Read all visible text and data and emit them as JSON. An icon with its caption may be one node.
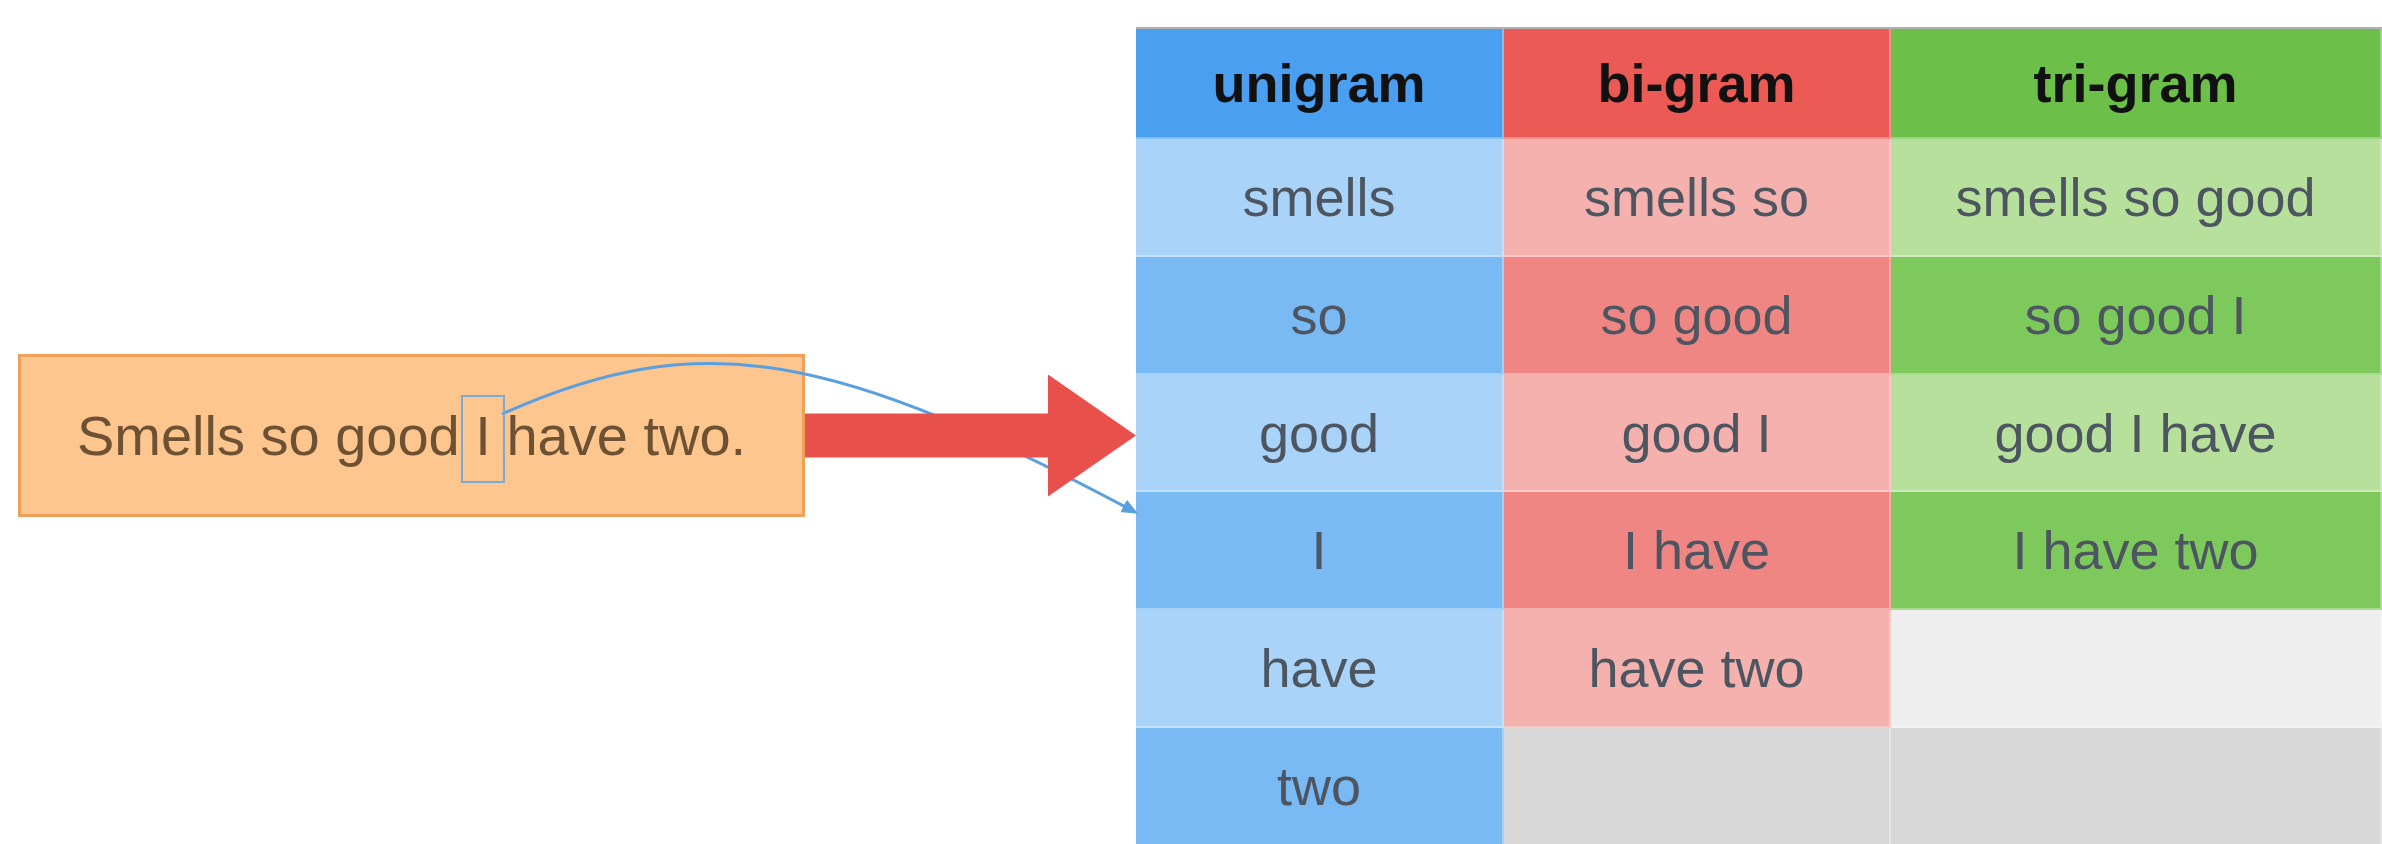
{
  "diagram": {
    "nodes": [
      {
        "text": [
          "Smells so good I have two."
        ]
      },
      {
        "text": [],
        "shape": "box",
        "in": 0
      },
      {
        "text": [],
        "shape": "box"
      },
      {
        "text": [
          "unigram"
        ],
        "in": 2
      },
      {
        "text": [
          "bi-gram"
        ],
        "in": 2
      },
      {
        "text": [
          "tri-gram"
        ],
        "in": 2
      },
      {
        "text": [
          "smells"
        ],
        "in": 2
      },
      {
        "text": [
          "smells so"
        ],
        "in": 2
      },
      {
        "text": [
          "smells so good"
        ],
        "in": 2
      },
      {
        "text": [
          "so"
        ],
        "in": 2
      },
      {
        "text": [
          "so good"
        ],
        "in": 2
      },
      {
        "text": [
          "so good I"
        ],
        "in": 2
      },
      {
        "text": [
          "good"
        ],
        "in": 2
      },
      {
        "text": [
          "good I"
        ],
        "in": 2
      },
      {
        "text": [
          "good I have"
        ],
        "in": 2
      },
      {
        "text": [
          "I"
        ],
        "in": 2
      },
      {
        "text": [
          "I have"
        ],
        "in": 2
      },
      {
        "text": [
          "I have two"
        ],
        "in": 2
      },
      {
        "text": [
          "have"
        ],
        "in": 2
      },
      {
        "text": [
          "have two"
        ],
        "in": 2
      },
      {
        "text": [],
        "shape": "box",
        "in": 2
      },
      {
        "text": [
          "two"
        ],
        "in": 2
      },
      {
        "text": [],
        "shape": "box",
        "in": 2
      },
      {
        "text": [],
        "shape": "box",
        "in": 2
      }
    ],
    "edges": [
      {
        "from": 1,
        "to": 15,
        "arrow": "to",
        "color": "#5aa0e0"
      },
      {
        "from": 0,
        "to": 2,
        "arrow": "to",
        "style": "thick",
        "color": "#e8504c"
      }
    ]
  }
}
